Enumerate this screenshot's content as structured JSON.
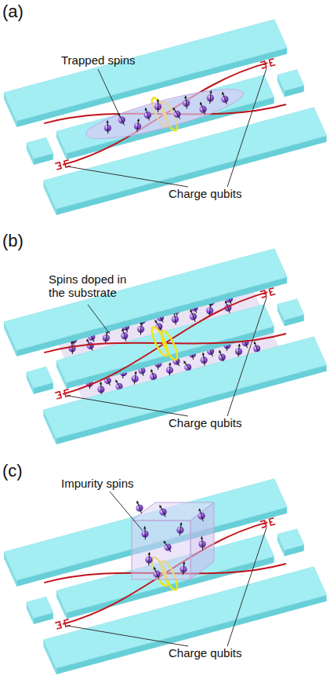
{
  "diagram": {
    "labels": [
      "(a)",
      "Trapped spins",
      "Charge qubits",
      "(b)",
      "Spins doped in the substrate",
      "Charge qubits",
      "(c)",
      "Impurity spins",
      "Charge qubits"
    ]
  }
}
